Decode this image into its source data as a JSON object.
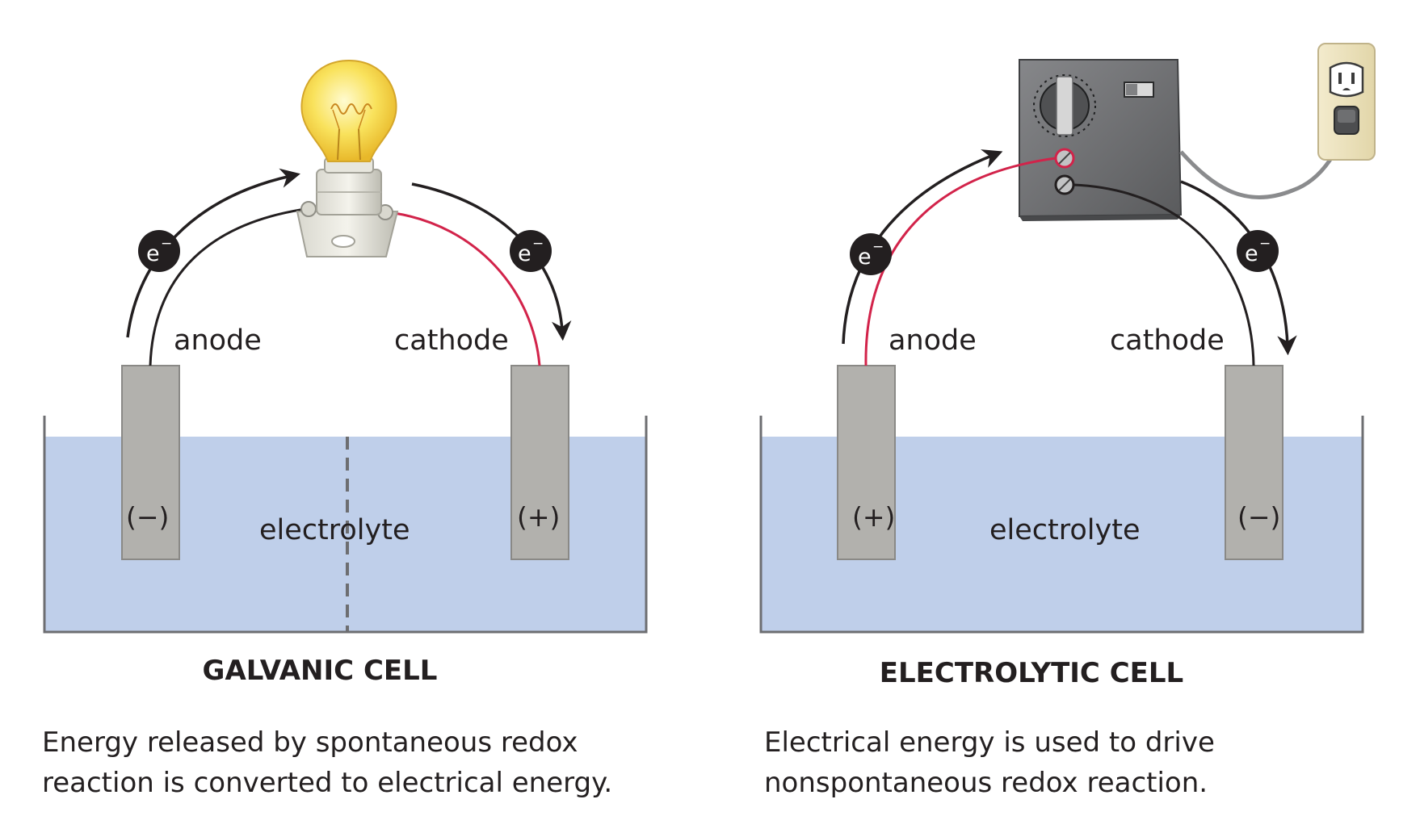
{
  "galvanic": {
    "title": "GALVANIC CELL",
    "caption_line1": "Energy released by spontaneous redox",
    "caption_line2": "reaction is converted to electrical energy.",
    "anode_label": "anode",
    "cathode_label": "cathode",
    "anode_sign": "(−)",
    "cathode_sign": "(+)",
    "electrolyte_label": "electrolyte",
    "electron_symbol": "e",
    "electron_charge": "−"
  },
  "electrolytic": {
    "title": "ELECTROLYTIC CELL",
    "caption_line1": "Electrical energy is used to drive",
    "caption_line2": "nonspontaneous redox reaction.",
    "anode_label": "anode",
    "cathode_label": "cathode",
    "anode_sign": "(+)",
    "cathode_sign": "(−)",
    "electrolyte_label": "electrolyte",
    "electron_symbol": "e",
    "electron_charge": "−"
  },
  "colors": {
    "electrolyte": "#bfcfea",
    "electrode": "#b2b1ad",
    "wire_red": "#d2234a",
    "wire_black": "#231f20",
    "power_supply": "#6e6f71",
    "bulb_glass": "#f7d748"
  },
  "icons": {
    "light_source": "light-bulb-icon",
    "power_source": "power-supply-icon",
    "outlet": "wall-outlet-icon"
  }
}
